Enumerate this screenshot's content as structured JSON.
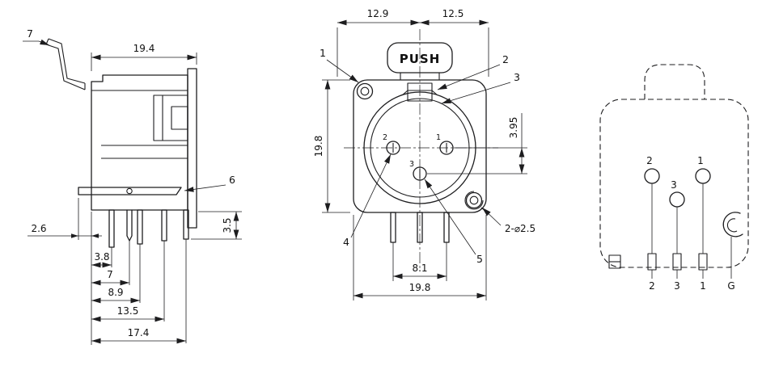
{
  "colors": {
    "line": "#1d1d1f",
    "background": "#ffffff"
  },
  "side_view": {
    "callout_7": "7",
    "callout_6": "6",
    "d19_4": "19.4",
    "d2_6": "2.6",
    "d3_8": "3.8",
    "d7": "7",
    "d8_9": "8.9",
    "d13_5": "13.5",
    "d17_4": "17.4",
    "d3_5": "3.5"
  },
  "front_view": {
    "d12_9": "12.9",
    "d12_5": "12.5",
    "d19_8_left": "19.8",
    "d3_95": "3.95",
    "push": "PUSH",
    "c1": "1",
    "c2": "2",
    "c3": "3",
    "c4": "4",
    "c5": "5",
    "hole_note": "2-⌀2.5",
    "d8_1": "8.1",
    "d19_8_bottom": "19.8",
    "pin1": "1",
    "pin2": "2",
    "pin3": "3"
  },
  "footprint_view": {
    "pin2_label": "2",
    "pin3_label": "3",
    "pin1_label": "1",
    "pad2": "2",
    "pad3": "3",
    "pad1": "1",
    "padG": "G"
  }
}
